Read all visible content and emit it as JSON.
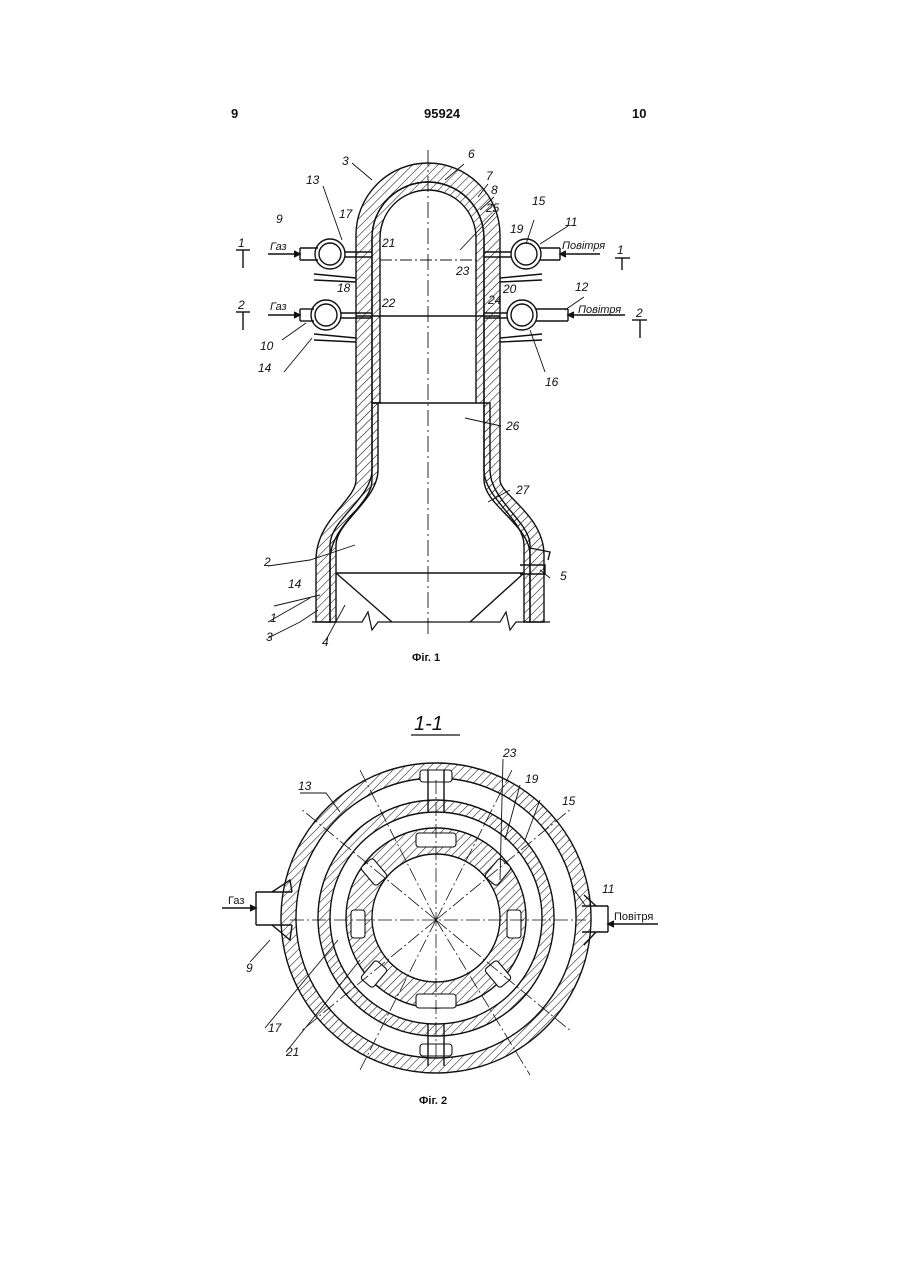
{
  "header": {
    "page_left": "9",
    "patent_number": "95924",
    "page_right": "10"
  },
  "figure1": {
    "caption": "Фіг. 1",
    "section_markers": [
      "1",
      "1",
      "2",
      "2"
    ],
    "labels": {
      "gas1": "Газ",
      "gas2": "Газ",
      "air1": "Повітря",
      "air2": "Повітря",
      "n1": "1",
      "n2": "2",
      "n3a": "3",
      "n3b": "3",
      "n4": "4",
      "n5": "5",
      "n6": "6",
      "n7": "7",
      "n8": "8",
      "n9": "9",
      "n10": "10",
      "n11": "11",
      "n12": "12",
      "n13": "13",
      "n14a": "14",
      "n14b": "14",
      "n15": "15",
      "n16": "16",
      "n17": "17",
      "n18": "18",
      "n19": "19",
      "n20": "20",
      "n21": "21",
      "n22": "22",
      "n23": "23",
      "n24": "24",
      "n25": "25",
      "n26": "26",
      "n27": "27"
    }
  },
  "figure2": {
    "caption": "Фіг. 2",
    "section_title": "1-1",
    "labels": {
      "gas": "Газ",
      "air": "Повітря",
      "n9": "9",
      "n11": "11",
      "n13": "13",
      "n15": "15",
      "n17": "17",
      "n19": "19",
      "n21": "21",
      "n23": "23"
    }
  }
}
